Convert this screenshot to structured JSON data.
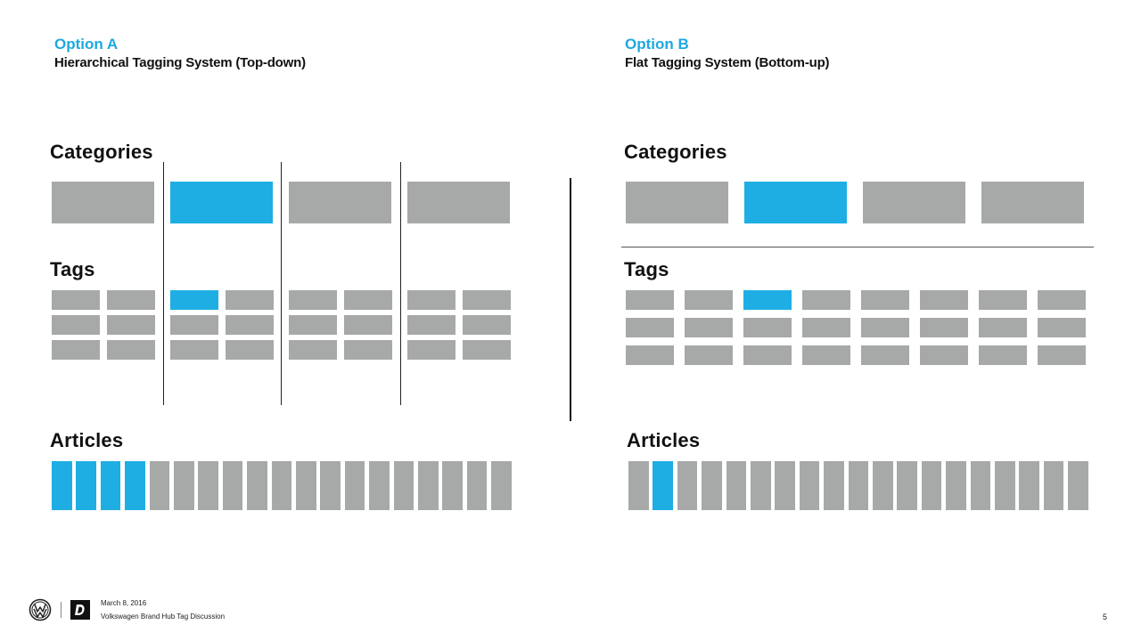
{
  "option_a": {
    "title": "Option A",
    "subtitle": "Hierarchical Tagging System (Top-down)",
    "categories_heading": "Categories",
    "tags_heading": "Tags",
    "articles_heading": "Articles",
    "categories_count": 4,
    "highlighted_category": 1,
    "tags_per_column": 2,
    "tag_rows": 3,
    "highlighted_tag": {
      "group": 1,
      "column": 0,
      "row": 0
    },
    "articles_count": 19,
    "highlighted_articles": [
      0,
      1,
      2,
      3
    ]
  },
  "option_b": {
    "title": "Option B",
    "subtitle": "Flat Tagging System (Bottom-up)",
    "categories_heading": "Categories",
    "tags_heading": "Tags",
    "articles_heading": "Articles",
    "categories_count": 4,
    "highlighted_category": 1,
    "tag_columns": 8,
    "tag_rows": 3,
    "highlighted_tag": {
      "column": 2,
      "row": 0
    },
    "articles_count": 19,
    "highlighted_articles": [
      1
    ]
  },
  "colors": {
    "highlight": "#1eaee4",
    "neutral": "#a6a9a8",
    "title_accent": "#1ea8e0"
  },
  "footer": {
    "date": "March 8, 2016",
    "document": "Volkswagen Brand Hub Tag Discussion",
    "page_number": "5",
    "logo_icon": "vw-logo-icon",
    "agency_icon": "d-logo-icon"
  }
}
